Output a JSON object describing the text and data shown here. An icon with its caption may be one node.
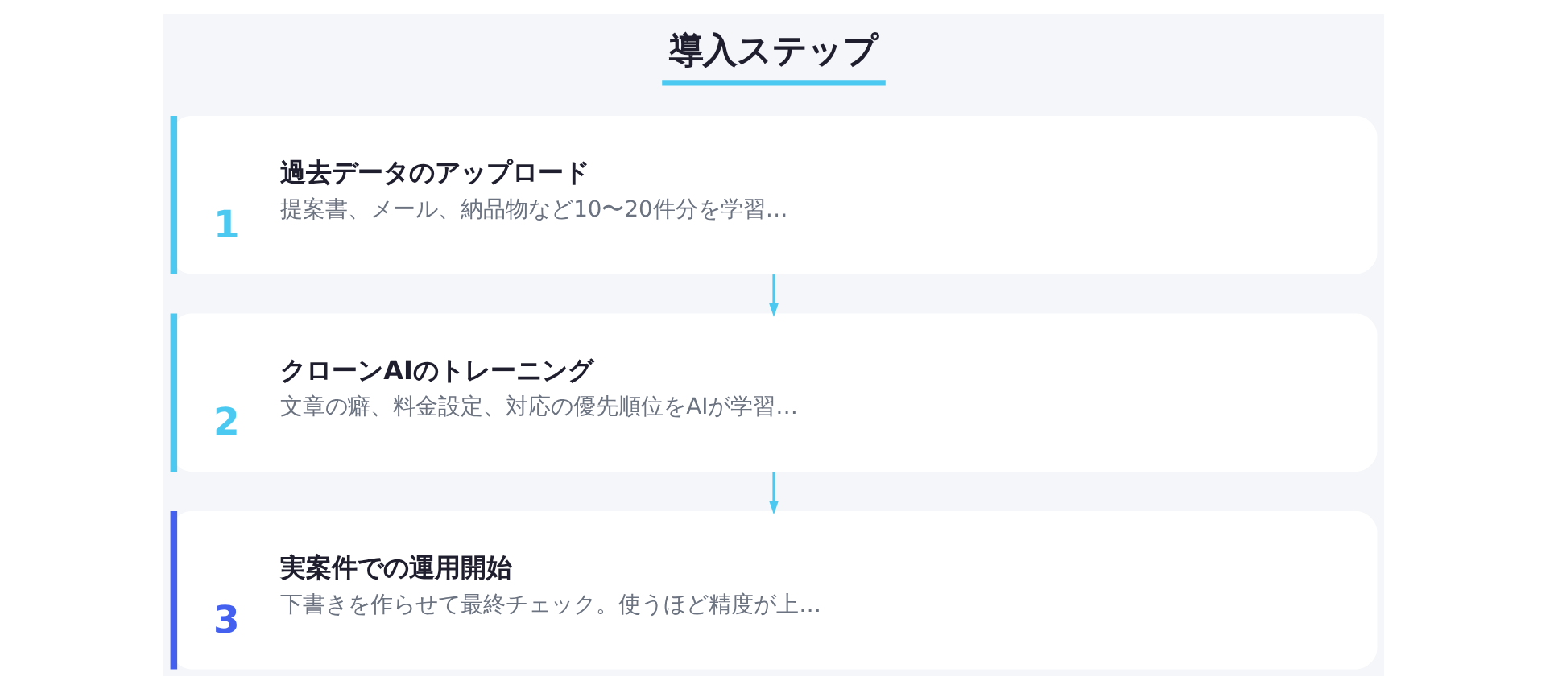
{
  "diagram": {
    "title": "導入ステップ",
    "nodes": [
      {
        "text": [
          "1",
          "過去データのアップロード",
          "提案書、メール、納品物など10〜20件分を学習…"
        ]
      },
      {
        "text": [
          "2",
          "クローンAIのトレーニング",
          "文章の癖、料金設定、対応の優先順位をAIが学習…"
        ]
      },
      {
        "text": [
          "3",
          "実案件での運用開始",
          "下書きを作らせて最終チェック。使うほど精度が上…"
        ]
      }
    ],
    "edges": [
      {
        "from": 0,
        "to": 1,
        "arrow": "to"
      },
      {
        "from": 1,
        "to": 2,
        "arrow": "to"
      }
    ]
  }
}
